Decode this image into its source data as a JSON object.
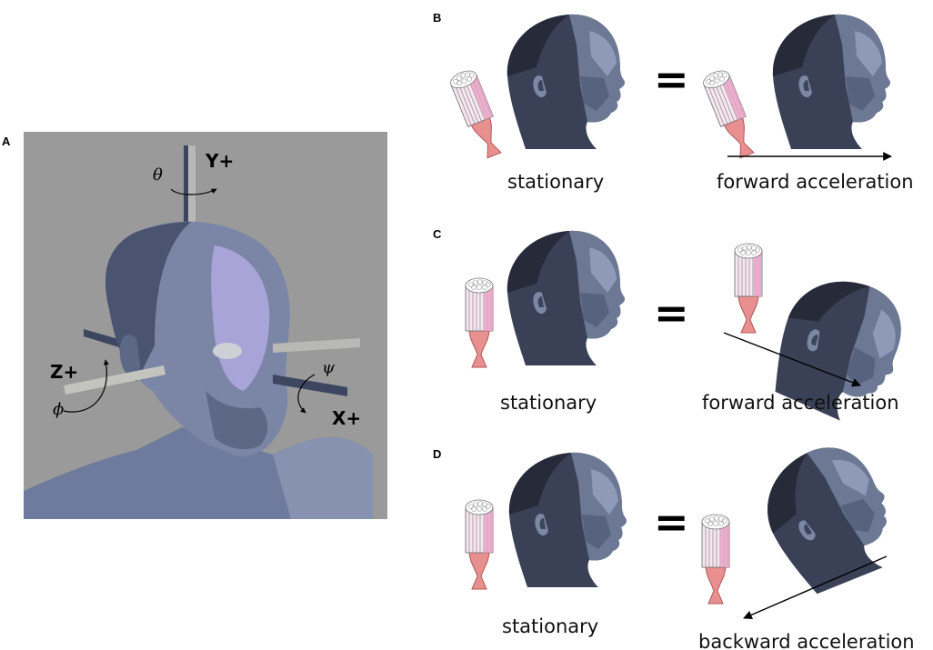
{
  "panels": {
    "A": {
      "label": "A",
      "axes": {
        "y": "Y+",
        "z": "Z+",
        "x": "X+"
      },
      "angles": {
        "theta": "θ",
        "phi": "ϕ",
        "psi": "ψ"
      },
      "colors": {
        "background": "#9a9a9a",
        "head": "#7b86a6",
        "forehead": "#a8a4d8",
        "axis_bar": "#b8b8b4"
      }
    },
    "B": {
      "label": "B",
      "left_caption": "stationary",
      "right_caption": "forward acceleration",
      "equals": "="
    },
    "C": {
      "label": "C",
      "left_caption": "stationary",
      "right_caption": "forward acceleration",
      "equals": "="
    },
    "D": {
      "label": "D",
      "left_caption": "stationary",
      "right_caption": "backward acceleration",
      "equals": "="
    }
  },
  "colors": {
    "head_dark": "#2c3142",
    "head_mid": "#4f5a74",
    "head_light": "#8c97b5",
    "otolith_pink": "#e6a3c4",
    "stalk": "#e88f8f"
  }
}
